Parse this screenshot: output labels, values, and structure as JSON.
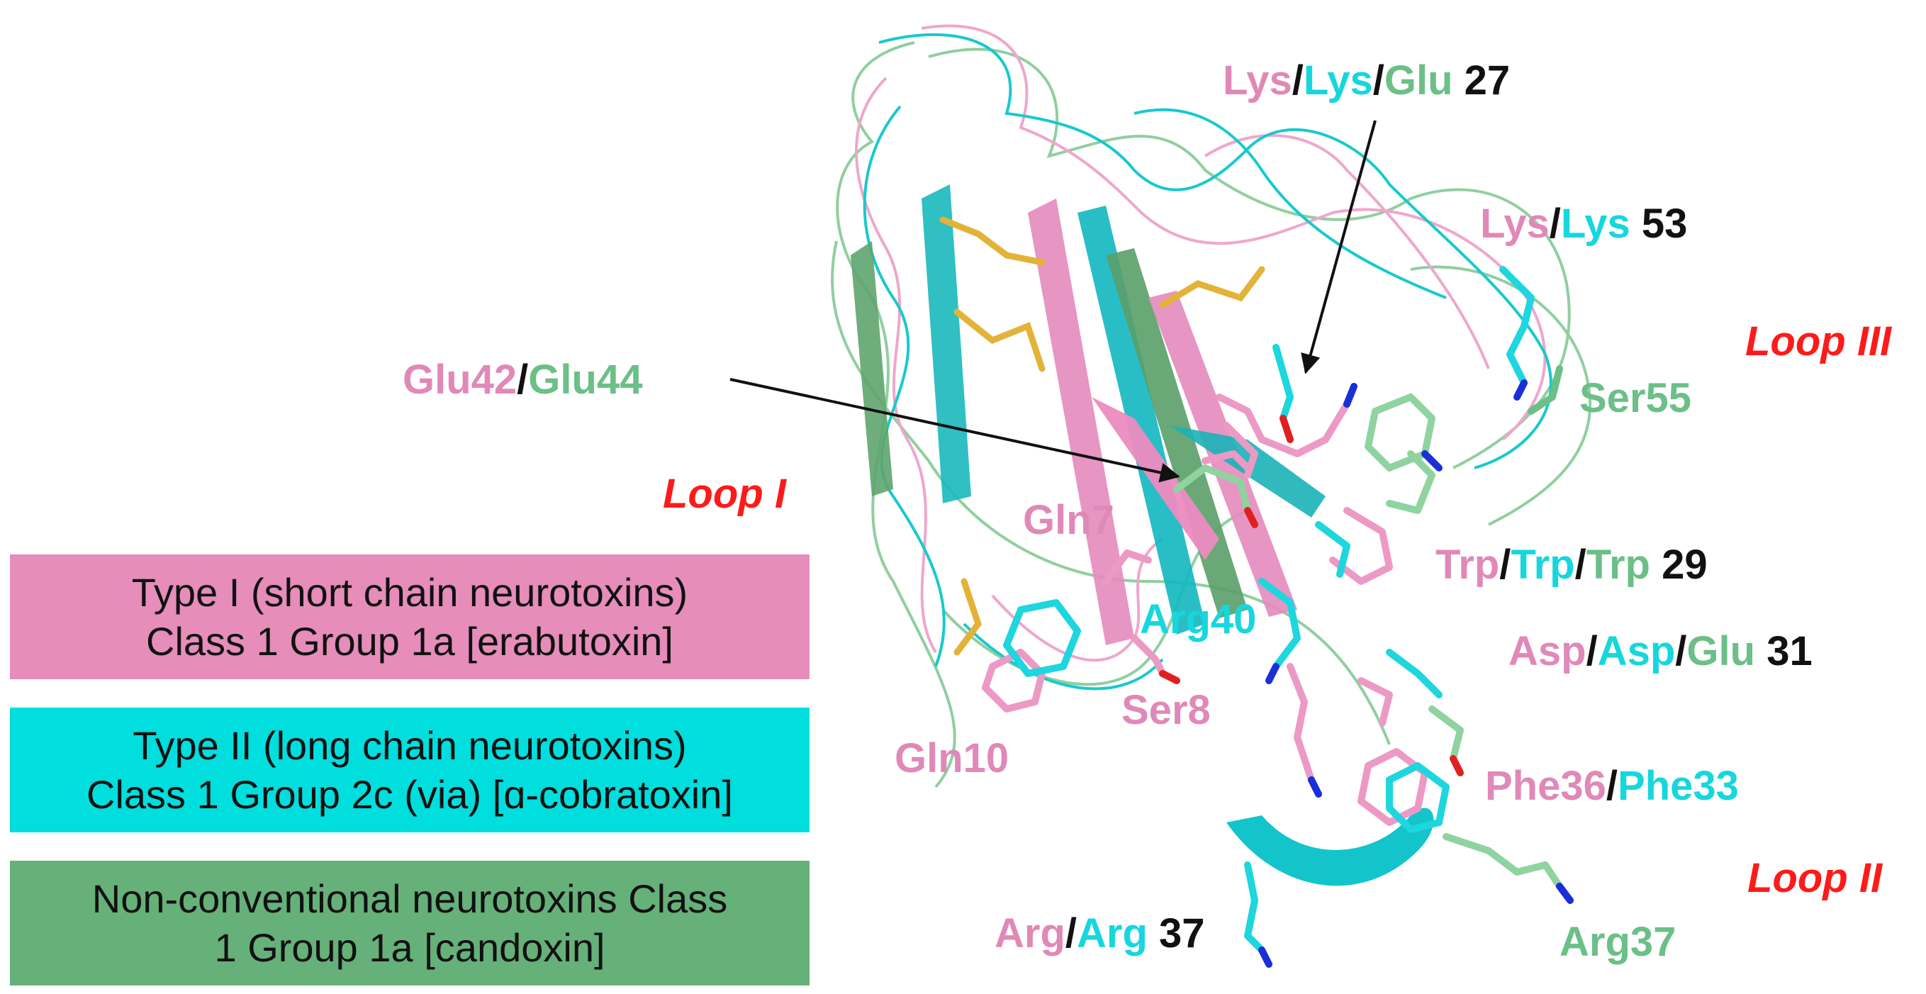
{
  "legend": [
    {
      "line1": "Type I (short chain neurotoxins)",
      "line2": "Class 1 Group 1a [erabutoxin]",
      "color": "#e68dba"
    },
    {
      "line1": "Type II (long chain neurotoxins)",
      "line2": "Class 1 Group 2c (via) [ɑ-cobratoxin]",
      "color": "#00dede"
    },
    {
      "line1": "Non-conventional neurotoxins Class",
      "line2": "1 Group 1a [candoxin]",
      "color": "#66b07a"
    }
  ],
  "loops": {
    "loop1": "Loop I",
    "loop2": "Loop II",
    "loop3": "Loop III"
  },
  "residues": {
    "lys27": {
      "a": "Lys",
      "b": "Lys",
      "c": "Glu",
      "num": "27"
    },
    "lys53": {
      "a": "Lys",
      "b": "Lys",
      "num": "53"
    },
    "glu42": {
      "a": "Glu42",
      "b": "Glu44"
    },
    "ser55": "Ser55",
    "gln7": "Gln7",
    "ser8": "Ser8",
    "gln10": "Gln10",
    "arg40": "Arg40",
    "trp29": {
      "a": "Trp",
      "b": "Trp",
      "c": "Trp",
      "num": "29"
    },
    "asp31": {
      "a": "Asp",
      "b": "Asp",
      "c": "Glu",
      "num": "31"
    },
    "phe36": {
      "a": "Phe36",
      "b": "Phe33"
    },
    "arg37": {
      "a": "Arg",
      "b": "Arg",
      "num": "37"
    },
    "arg37c": "Arg37"
  },
  "separator": "/",
  "colors": {
    "typeI": "#e089b8",
    "typeII": "#16d6de",
    "nonconv": "#6bbf87",
    "loop": "#ff1a1a",
    "disulfide": "#e3b338"
  }
}
